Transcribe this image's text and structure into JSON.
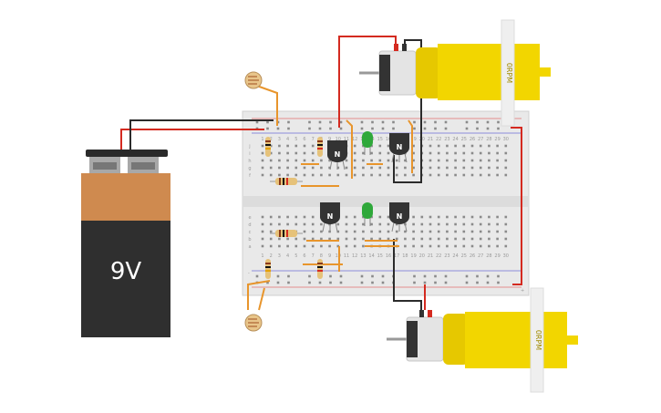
{
  "battery": {
    "label": "9V",
    "cap_color": "#2a2a2a",
    "top_color": "#cf8a4f",
    "body_color": "#2f2f2f"
  },
  "motors": [
    {
      "id": "motor-top",
      "label": "0RPM"
    },
    {
      "id": "motor-bottom",
      "label": "0RPM"
    }
  ],
  "transistors": [
    {
      "id": "q1",
      "label": "N"
    },
    {
      "id": "q2",
      "label": "N"
    },
    {
      "id": "q3",
      "label": "N"
    },
    {
      "id": "q4",
      "label": "N"
    }
  ],
  "breadboard": {
    "column_numbers": [
      "1",
      "2",
      "3",
      "4",
      "5",
      "6",
      "7",
      "8",
      "9",
      "10",
      "11",
      "12",
      "13",
      "14",
      "15",
      "16",
      "17",
      "18",
      "19",
      "20",
      "21",
      "22",
      "23",
      "24",
      "25",
      "26",
      "27",
      "28",
      "29",
      "30"
    ],
    "row_letters_top": [
      "j",
      "i",
      "h",
      "g",
      "f"
    ],
    "row_letters_bottom": [
      "e",
      "d",
      "c",
      "b",
      "a"
    ],
    "rail_plus": "+",
    "rail_minus": "-"
  },
  "colors": {
    "wire_red": "#d42a20",
    "wire_black": "#2b2b2b",
    "wire_orange": "#e8952c",
    "led_green": "#2fa83a",
    "motor_yellow": "#f2d600"
  }
}
